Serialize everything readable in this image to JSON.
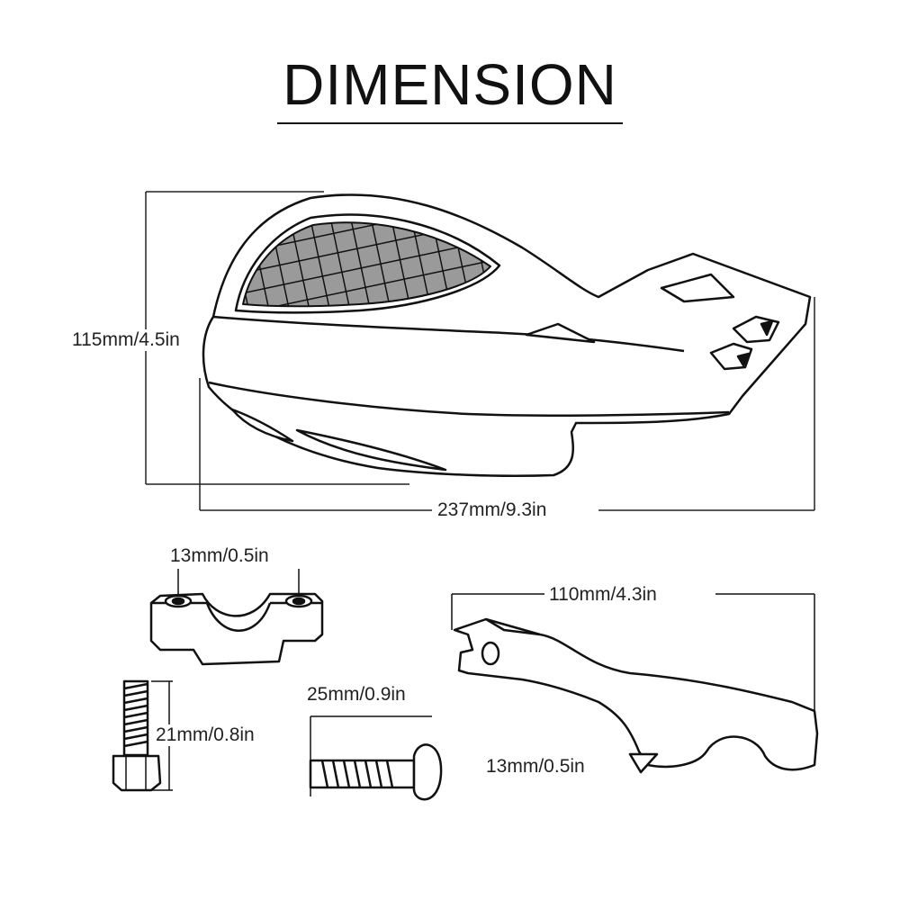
{
  "title": "DIMENSION",
  "dimensions": {
    "handguard_height": "115mm/4.5in",
    "handguard_width": "237mm/9.3in",
    "clamp_hole_spacing": "13mm/0.5in",
    "bolt_length": "21mm/0.8in",
    "screw_length": "25mm/0.9in",
    "bracket_length": "110mm/4.3in",
    "bracket_width": "13mm/0.5in"
  }
}
